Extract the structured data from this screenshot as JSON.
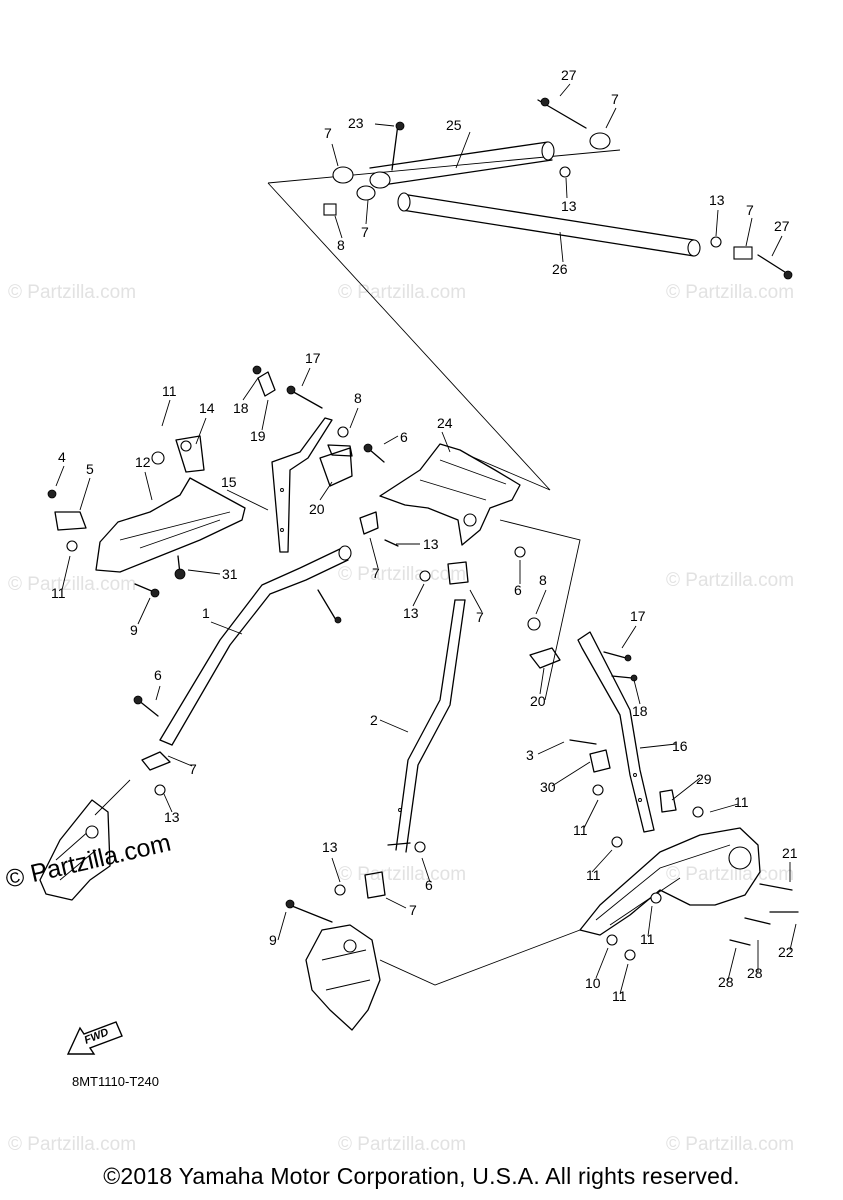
{
  "diagram": {
    "code": "8MT1110-T240",
    "copyright": "©2018 Yamaha Motor Corporation, U.S.A. All rights reserved.",
    "fwd_label": "FWD",
    "watermark": "© Partzilla.com",
    "watermark_large": "© Partzilla.com",
    "callouts": {
      "c27a": "27",
      "c7a": "7",
      "c23": "23",
      "c25": "25",
      "c7b": "7",
      "c13a": "13",
      "c8a": "8",
      "c7c": "7",
      "c26": "26",
      "c13b": "13",
      "c7d": "7",
      "c27b": "27",
      "c17a": "17",
      "c11a": "11",
      "c14": "14",
      "c18a": "18",
      "c8b": "8",
      "c6a": "6",
      "c24": "24",
      "c19": "19",
      "c4": "4",
      "c5": "5",
      "c12": "12",
      "c15": "15",
      "c20a": "20",
      "c13c": "13",
      "c31": "31",
      "c11b": "11",
      "c7e": "7",
      "c6b": "6",
      "c1": "1",
      "c13d": "13",
      "c7f": "7",
      "c9a": "9",
      "c8c": "8",
      "c17b": "17",
      "c20b": "20",
      "c18b": "18",
      "c6c": "6",
      "c7g": "7",
      "c13e": "13",
      "c2": "2",
      "c16": "16",
      "c3": "3",
      "c29": "29",
      "c30": "30",
      "c11c": "11",
      "c11d": "11",
      "c13f": "13",
      "c6d": "6",
      "c11e": "11",
      "c21": "21",
      "c7h": "7",
      "c9b": "9",
      "c11f": "11",
      "c22": "22",
      "c28a": "28",
      "c28b": "28",
      "c10": "10",
      "c11g": "11"
    }
  }
}
